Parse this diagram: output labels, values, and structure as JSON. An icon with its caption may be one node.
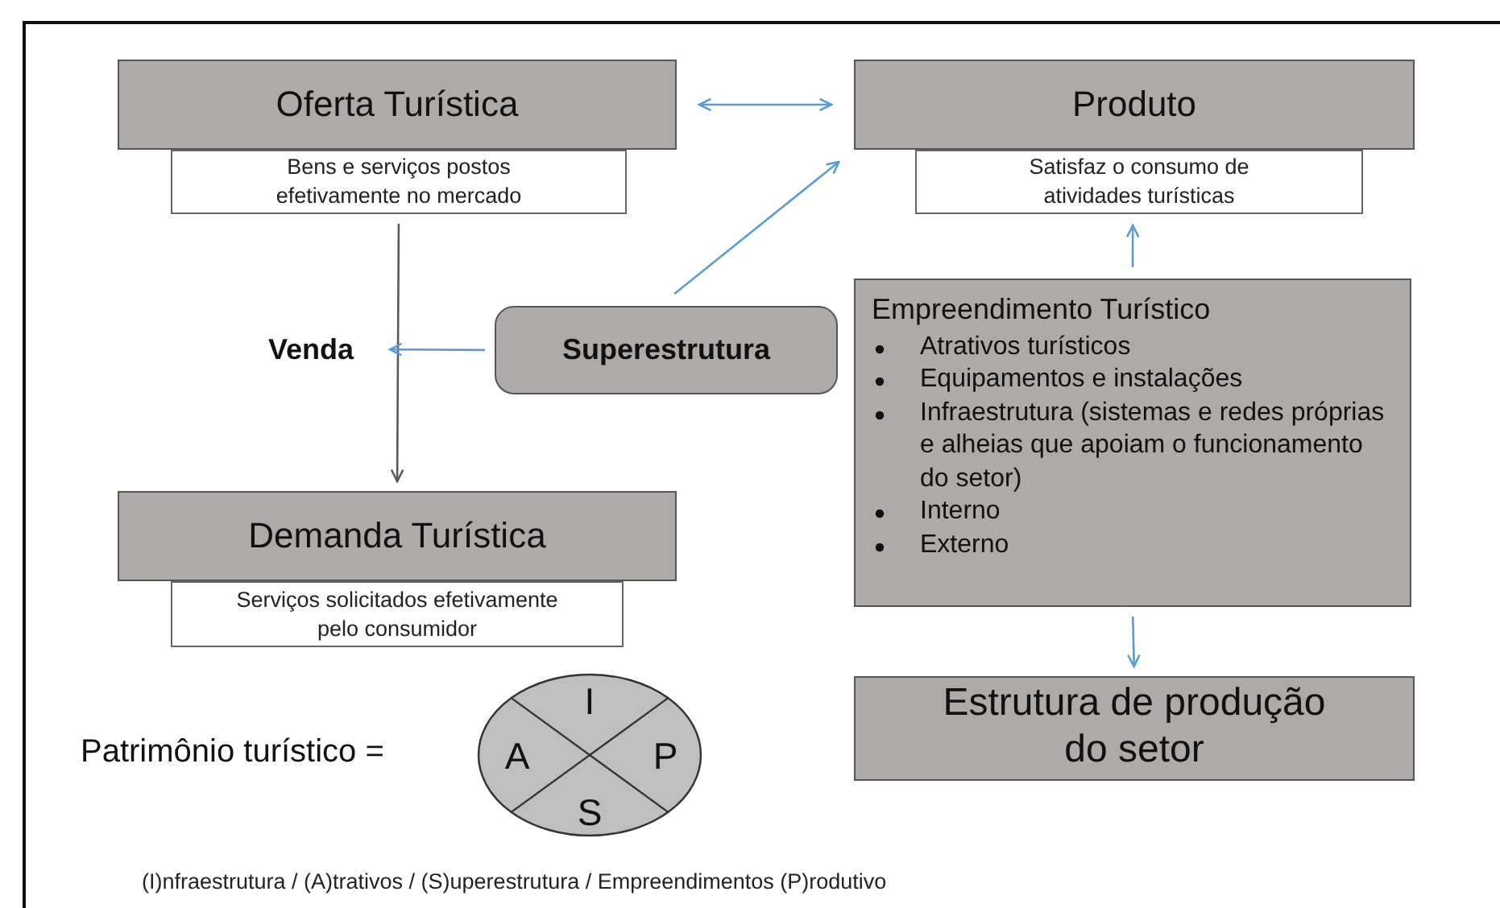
{
  "diagram": {
    "nodes": [
      {
        "text": [
          "Oferta Turística"
        ]
      },
      {
        "text": [
          "Bens e serviços postos efetivamente no mercado"
        ]
      },
      {
        "text": [
          "Produto"
        ]
      },
      {
        "text": [
          "Satisfaz o consumo de atividades turísticas"
        ]
      },
      {
        "text": [
          "Venda"
        ]
      },
      {
        "text": [
          "Superestrutura"
        ]
      },
      {
        "text": [
          "Empreendimento Turístico",
          "Atrativos turísticos",
          "Equipamentos e instalações",
          "Infraestrutura (sistemas e redes próprias e alheias que apoiam o funcionamento do setor)",
          "Interno",
          "Externo"
        ]
      },
      {
        "text": [
          "Demanda Turística"
        ]
      },
      {
        "text": [
          "Serviços solicitados efetivamente pelo consumidor"
        ]
      },
      {
        "text": [
          "Estrutura de produção do setor"
        ]
      },
      {
        "text": [
          "I",
          "A",
          "P",
          "S"
        ],
        "beside": [
          "Patrimônio turístico ="
        ]
      }
    ],
    "edges": [
      {
        "from": 0,
        "to": 2,
        "arrow": "both"
      },
      {
        "from": 5,
        "to": 2,
        "arrow": "to"
      },
      {
        "from": 1,
        "to": 7,
        "arrow": "to",
        "color": "#595959"
      },
      {
        "from": 5,
        "to": 4,
        "arrow": "to"
      },
      {
        "from": 6,
        "to": 3,
        "arrow": "to"
      },
      {
        "from": 6,
        "to": 9,
        "arrow": "to"
      }
    ],
    "labels": [
      "(I)nfraestrutura / (A)trativos / (S)uperestrutura / Empreendimentos (P)rodutivo"
    ]
  }
}
